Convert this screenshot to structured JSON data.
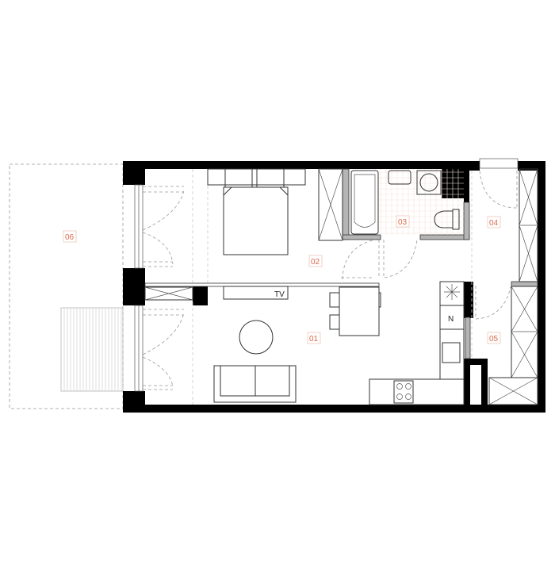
{
  "plan": {
    "rooms": [
      {
        "id": "living",
        "label": "01"
      },
      {
        "id": "bedroom",
        "label": "02"
      },
      {
        "id": "bathroom",
        "label": "03"
      },
      {
        "id": "hall",
        "label": "04"
      },
      {
        "id": "entry",
        "label": "05"
      },
      {
        "id": "terrace",
        "label": "06"
      }
    ],
    "tv_label": "TV",
    "fridge_label": "N",
    "colors": {
      "wall": "#000000",
      "partition": "#b5b5b5",
      "label": "#d9694a",
      "dashed": "#999999"
    }
  }
}
